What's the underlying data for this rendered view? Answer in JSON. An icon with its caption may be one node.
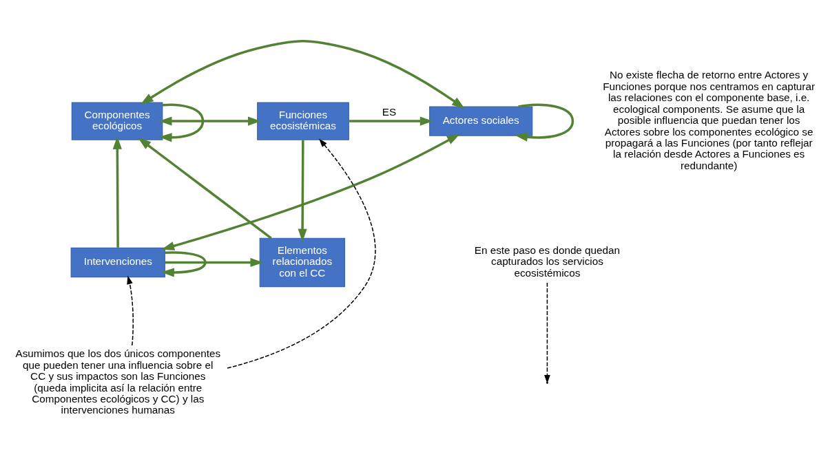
{
  "diagram": {
    "nodes": [
      {
        "text": [
          "Componentes ecológicos"
        ]
      },
      {
        "text": [
          "Funciones ecosistémicas"
        ]
      },
      {
        "text": [
          "Actores sociales"
        ]
      },
      {
        "text": [
          "Elementos relacionados con el CC"
        ]
      },
      {
        "text": [
          "Intervenciones"
        ]
      },
      {
        "text": [
          "En este paso es donde quedan capturados los servicios ecosistémicos"
        ]
      },
      {
        "text": [
          "Asumimos que los dos únicos componentes que pueden tener una influencia sobre el CC y sus impactos son las Funciones (queda implicita así la relación entre Componentes ecológicos y CC) y las intervenciones humanas"
        ]
      }
    ],
    "edges": [
      {
        "from": 0,
        "to": 1,
        "arrow": "both"
      },
      {
        "from": 1,
        "to": 2,
        "arrow": "to",
        "label": "ES"
      },
      {
        "from": 2,
        "to": 0,
        "arrow": "both"
      },
      {
        "from": 0,
        "to": 0,
        "arrow": "to"
      },
      {
        "from": 2,
        "to": 2,
        "arrow": "to"
      },
      {
        "from": 2,
        "to": 4,
        "arrow": "both"
      },
      {
        "from": 1,
        "to": 3,
        "arrow": "to"
      },
      {
        "from": 3,
        "to": 0,
        "arrow": "to"
      },
      {
        "from": 4,
        "to": 3,
        "arrow": "to"
      },
      {
        "from": 4,
        "to": 0,
        "arrow": "to"
      },
      {
        "from": 4,
        "to": 4,
        "arrow": "to"
      },
      {
        "from": 5,
        "to": null,
        "arrow": "to",
        "style": "dashed",
        "color": "#000000"
      },
      {
        "from": 6,
        "to": 1,
        "arrow": "to",
        "style": "dashed",
        "color": "#000000"
      },
      {
        "from": 6,
        "to": 4,
        "arrow": "to",
        "style": "dashed",
        "color": "#000000"
      }
    ],
    "labels": [
      "No existe flecha de retorno entre Actores y Funciones porque nos centramos en capturar las relaciones con el componente base, i.e. ecological components. Se asume que la posible influencia que puedan tener los Actores sobre los componentes ecológico se propagará a las Funciones (por tanto reflejar la relación desde Actores a Funciones es redundante)"
    ]
  }
}
